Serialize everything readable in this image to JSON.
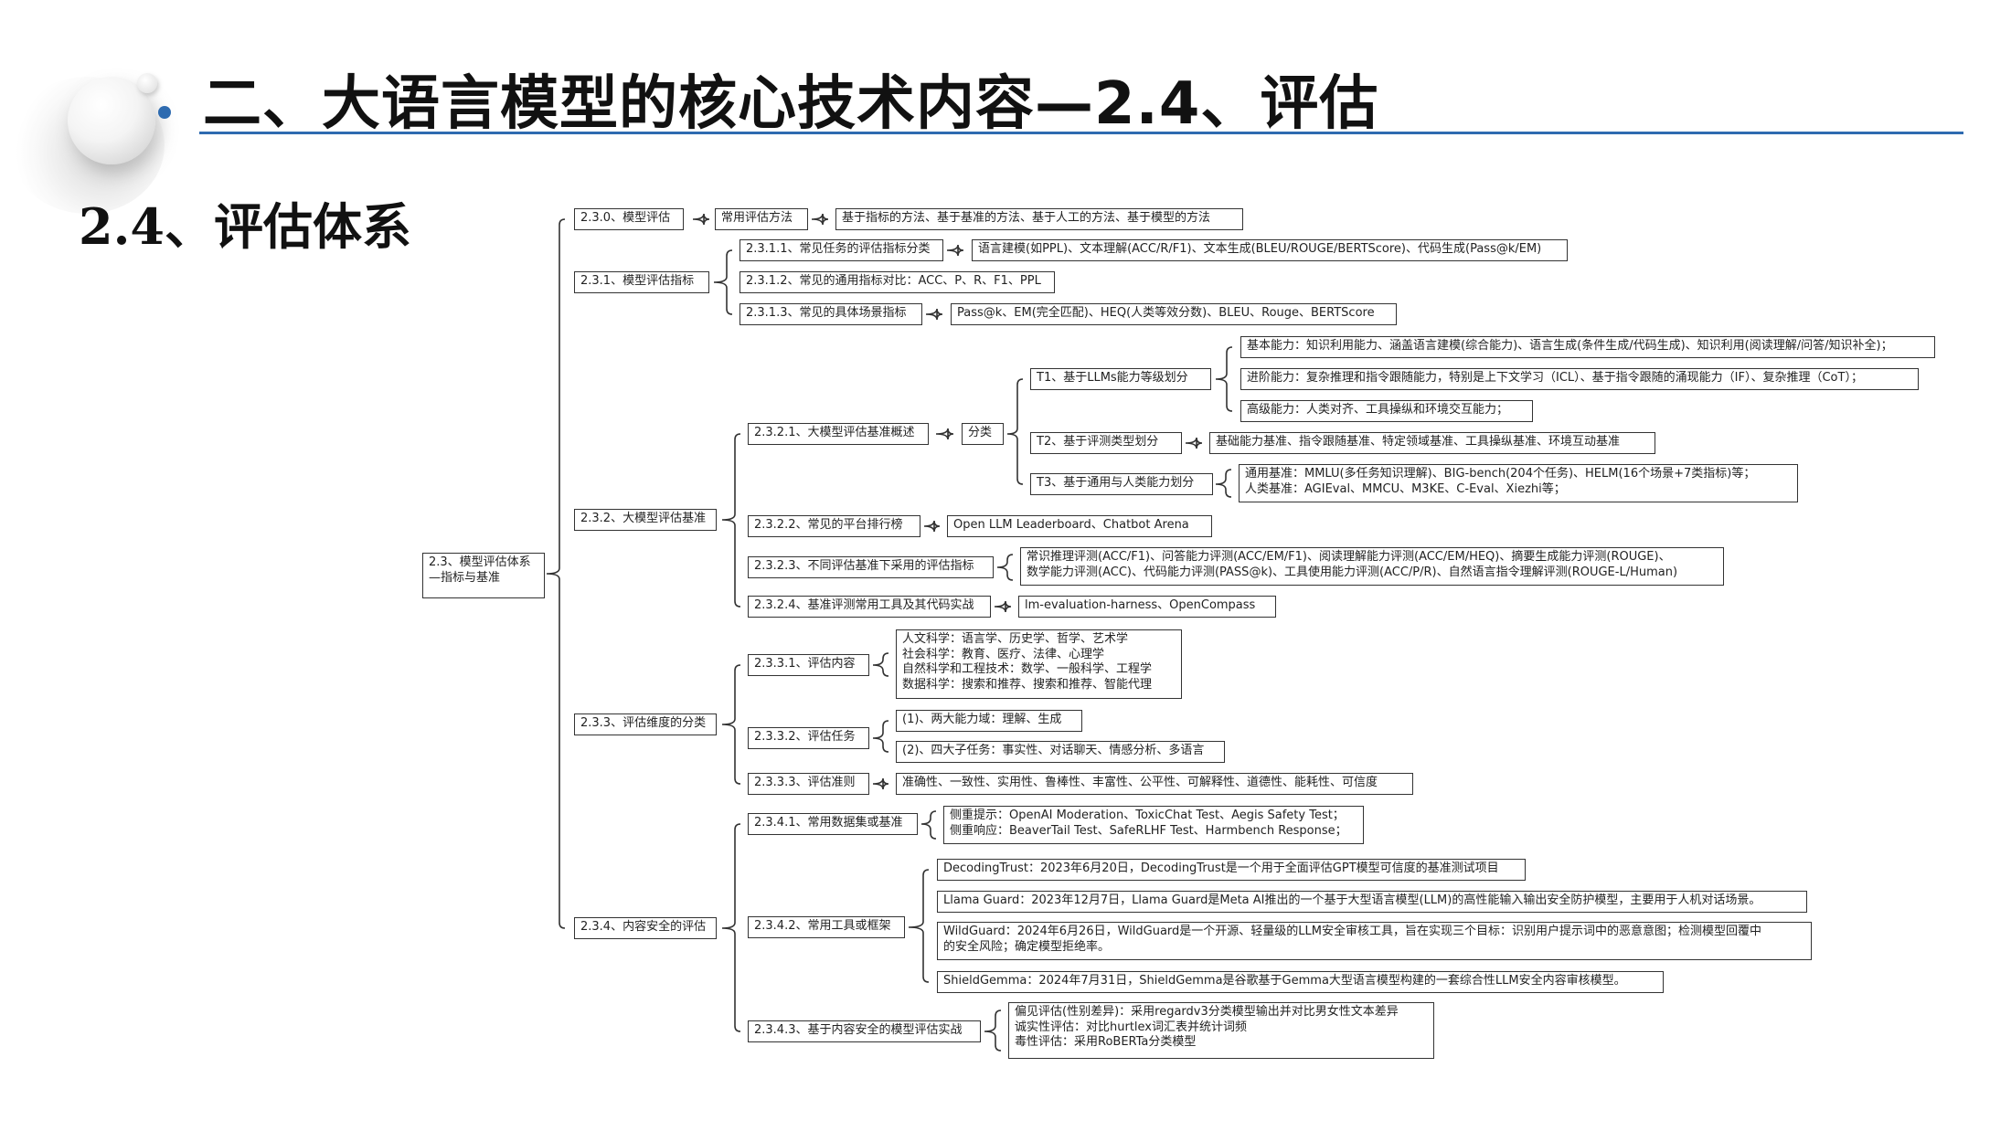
{
  "slide": {
    "title": "二、大语言模型的核心技术内容—2.4、评估",
    "subtitle": "2.4、评估体系"
  },
  "mindmap": {
    "root": [
      "2.3、模型评估体系",
      "—指标与基准"
    ],
    "s230": {
      "label": "2.3.0、模型评估",
      "methods": "常用评估方法",
      "methods_list": "基于指标的方法、基于基准的方法、基于人工的方法、基于模型的方法"
    },
    "s231": {
      "label": "2.3.1、模型评估指标",
      "i1": "2.3.1.1、常见任务的评估指标分类",
      "i1_desc": "语言建模(如PPL)、文本理解(ACC/R/F1)、文本生成(BLEU/ROUGE/BERTScore)、代码生成(Pass@k/EM)",
      "i2": "2.3.1.2、常见的通用指标对比：ACC、P、R、F1、PPL",
      "i3": "2.3.1.3、常见的具体场景指标",
      "i3_desc": "Pass@k、EM(完全匹配)、HEQ(人类等效分数)、BLEU、Rouge、BERTScore"
    },
    "s232": {
      "label": "2.3.2、大模型评估基准",
      "s2321": "2.3.2.1、大模型评估基准概述",
      "classify": "分类",
      "t1": "T1、基于LLMs能力等级划分",
      "t1_a": "基本能力：知识利用能力、涵盖语言建模(综合能力)、语言生成(条件生成/代码生成)、知识利用(阅读理解/问答/知识补全)；",
      "t1_b": "进阶能力：复杂推理和指令跟随能力，特别是上下文学习（ICL）、基于指令跟随的涌现能力（IF）、复杂推理（CoT）；",
      "t1_c": "高级能力：人类对齐、工具操纵和环境交互能力；",
      "t2": "T2、基于评测类型划分",
      "t2_desc": "基础能力基准、指令跟随基准、特定领域基准、工具操纵基准、环境互动基准",
      "t3": "T3、基于通用与人类能力划分",
      "t3_a": "通用基准：MMLU(多任务知识理解)、BIG-bench(204个任务)、HELM(16个场景+7类指标)等；",
      "t3_b": "人类基准：AGIEval、MMCU、M3KE、C-Eval、Xiezhi等；",
      "s2322": "2.3.2.2、常见的平台排行榜",
      "s2322_desc": "Open LLM Leaderboard、Chatbot Arena",
      "s2323": "2.3.2.3、不同评估基准下采用的评估指标",
      "s2323_a": "常识推理评测(ACC/F1)、问答能力评测(ACC/EM/F1)、阅读理解能力评测(ACC/EM/HEQ)、摘要生成能力评测(ROUGE)、",
      "s2323_b": "数学能力评测(ACC)、代码能力评测(PASS@k)、工具使用能力评测(ACC/P/R)、自然语言指令理解评测(ROUGE-L/Human)",
      "s2324": "2.3.2.4、基准评测常用工具及其代码实战",
      "s2324_desc": "lm-evaluation-harness、OpenCompass"
    },
    "s233": {
      "label": "2.3.3、评估维度的分类",
      "s2331": "2.3.3.1、评估内容",
      "content_a": "人文科学：语言学、历史学、哲学、艺术学",
      "content_b": "社会科学：教育、医疗、法律、心理学",
      "content_c": "自然科学和工程技术：数学、一般科学、工程学",
      "content_d": "数据科学：搜索和推荐、搜索和推荐、智能代理",
      "s2332": "2.3.3.2、评估任务",
      "task_1": "(1)、两大能力域：理解、生成",
      "task_2": "(2)、四大子任务：事实性、对话聊天、情感分析、多语言",
      "s2333": "2.3.3.3、评估准则",
      "criteria": "准确性、一致性、实用性、鲁棒性、丰富性、公平性、可解释性、道德性、能耗性、可信度"
    },
    "s234": {
      "label": "2.3.4、内容安全的评估",
      "s2341": "2.3.4.1、常用数据集或基准",
      "ds_a": "侧重提示：OpenAI Moderation、ToxicChat Test、Aegis Safety Test；",
      "ds_b": "侧重响应：BeaverTail Test、SafeRLHF Test、Harmbench Response；",
      "s2342": "2.3.4.2、常用工具或框架",
      "tool_1": "DecodingTrust：2023年6月20日，DecodingTrust是一个用于全面评估GPT模型可信度的基准测试项目",
      "tool_2": "Llama Guard：2023年12月7日，Llama Guard是Meta AI推出的一个基于大型语言模型(LLM)的高性能输入输出安全防护模型，主要用于人机对话场景。",
      "tool_3a": "WildGuard：2024年6月26日，WildGuard是一个开源、轻量级的LLM安全审核工具，旨在实现三个目标：识别用户提示词中的恶意意图；检测模型回覆中",
      "tool_3b": "的安全风险；确定模型拒绝率。",
      "tool_4": "ShieldGemma：2024年7月31日，ShieldGemma是谷歌基于Gemma大型语言模型构建的一套综合性LLM安全内容审核模型。",
      "s2343": "2.3.4.3、基于内容安全的模型评估实战",
      "eval_a": "偏见评估(性别差异)：采用regardv3分类模型输出并对比男女性文本差异",
      "eval_b": "诚实性评估：对比hurtlex词汇表并统计词频",
      "eval_c": "毒性评估：采用RoBERTa分类模型"
    }
  }
}
